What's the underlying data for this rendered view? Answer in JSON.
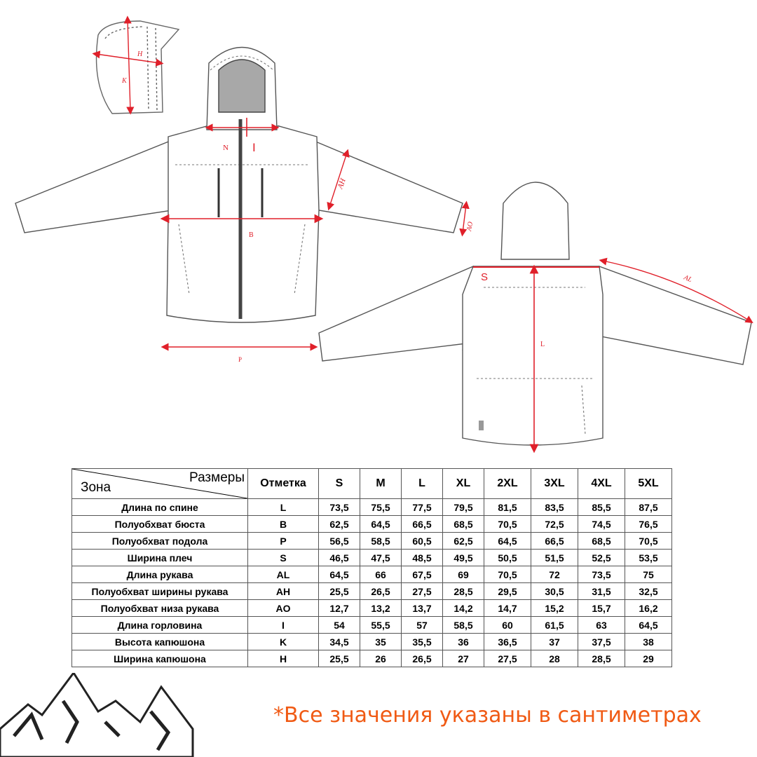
{
  "diagram": {
    "labels": {
      "H": "H",
      "K": "K",
      "N": "N",
      "I": "I",
      "AH": "AH",
      "AO": "AO",
      "B": "B",
      "P": "P",
      "S": "S",
      "L": "L",
      "AL": "AL"
    }
  },
  "table": {
    "header": {
      "zone": "Зона",
      "sizes": "Размеры",
      "mark": "Отметка",
      "size_list": [
        "S",
        "M",
        "L",
        "XL",
        "2XL",
        "3XL",
        "4XL",
        "5XL"
      ]
    },
    "rows": [
      {
        "zone": "Длина по спине",
        "mark": "L",
        "values": [
          "73,5",
          "75,5",
          "77,5",
          "79,5",
          "81,5",
          "83,5",
          "85,5",
          "87,5"
        ]
      },
      {
        "zone": "Полуобхват бюста",
        "mark": "B",
        "values": [
          "62,5",
          "64,5",
          "66,5",
          "68,5",
          "70,5",
          "72,5",
          "74,5",
          "76,5"
        ]
      },
      {
        "zone": "Полуобхват подола",
        "mark": "P",
        "values": [
          "56,5",
          "58,5",
          "60,5",
          "62,5",
          "64,5",
          "66,5",
          "68,5",
          "70,5"
        ]
      },
      {
        "zone": "Ширина плеч",
        "mark": "S",
        "values": [
          "46,5",
          "47,5",
          "48,5",
          "49,5",
          "50,5",
          "51,5",
          "52,5",
          "53,5"
        ]
      },
      {
        "zone": "Длина рукава",
        "mark": "AL",
        "values": [
          "64,5",
          "66",
          "67,5",
          "69",
          "70,5",
          "72",
          "73,5",
          "75"
        ]
      },
      {
        "zone": "Полуобхват ширины рукава",
        "mark": "AH",
        "values": [
          "25,5",
          "26,5",
          "27,5",
          "28,5",
          "29,5",
          "30,5",
          "31,5",
          "32,5"
        ]
      },
      {
        "zone": "Полуобхват низа рукава",
        "mark": "AO",
        "values": [
          "12,7",
          "13,2",
          "13,7",
          "14,2",
          "14,7",
          "15,2",
          "15,7",
          "16,2"
        ]
      },
      {
        "zone": "Длина горловина",
        "mark": "I",
        "values": [
          "54",
          "55,5",
          "57",
          "58,5",
          "60",
          "61,5",
          "63",
          "64,5"
        ]
      },
      {
        "zone": "Высота капюшона",
        "mark": "K",
        "values": [
          "34,5",
          "35",
          "35,5",
          "36",
          "36,5",
          "37",
          "37,5",
          "38"
        ]
      },
      {
        "zone": "Ширина капюшона",
        "mark": "H",
        "values": [
          "25,5",
          "26",
          "26,5",
          "27",
          "27,5",
          "28",
          "28,5",
          "29"
        ]
      }
    ]
  },
  "footnote": "*Все значения указаны в сантиметрах",
  "colors": {
    "accent_orange": "#f39a1c",
    "measure_red": "#e0202a",
    "footnote_orange": "#f05a14"
  }
}
